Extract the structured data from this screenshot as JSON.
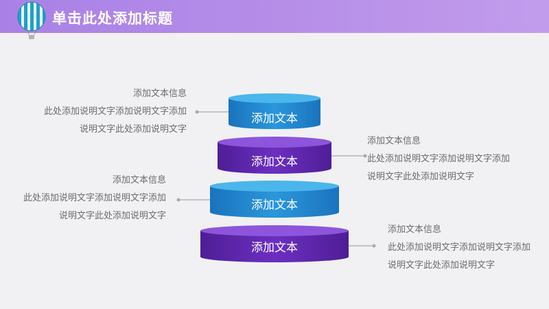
{
  "header": {
    "title": "单击此处添加标题",
    "icon": "hot-air-balloon-icon"
  },
  "colors": {
    "header_purple": "#b38be8",
    "disc_blue": "#2a8fd6",
    "disc_purple": "#6a2bb8",
    "connector": "#a9a9a9"
  },
  "layers": [
    {
      "label": "添加文本",
      "color": "blue",
      "note": {
        "heading": "添加文本信息",
        "line1": "此处添加说明文字添加说明文字添加",
        "line2": "说明文字此处添加说明文字"
      }
    },
    {
      "label": "添加文本",
      "color": "purple",
      "note": {
        "heading": "添加文本信息",
        "line1": "此处添加说明文字添加说明文字添加",
        "line2": "说明文字此处添加说明文字"
      }
    },
    {
      "label": "添加文本",
      "color": "blue",
      "note": {
        "heading": "添加文本信息",
        "line1": "此处添加说明文字添加说明文字添加",
        "line2": "说明文字此处添加说明文字"
      }
    },
    {
      "label": "添加文本",
      "color": "purple",
      "note": {
        "heading": "添加文本信息",
        "line1": "此处添加说明文字添加说明文字添加",
        "line2": "说明文字此处添加说明文字"
      }
    }
  ]
}
